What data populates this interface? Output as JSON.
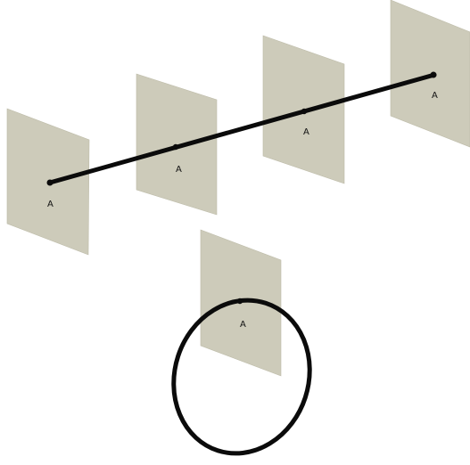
{
  "colors": {
    "plane": "#cdcbba",
    "stroke": "#0b0b0b",
    "background": "#ffffff"
  },
  "planes": [
    {
      "label": "A"
    },
    {
      "label": "A"
    },
    {
      "label": "A"
    },
    {
      "label": "A"
    },
    {
      "label": "A"
    }
  ]
}
